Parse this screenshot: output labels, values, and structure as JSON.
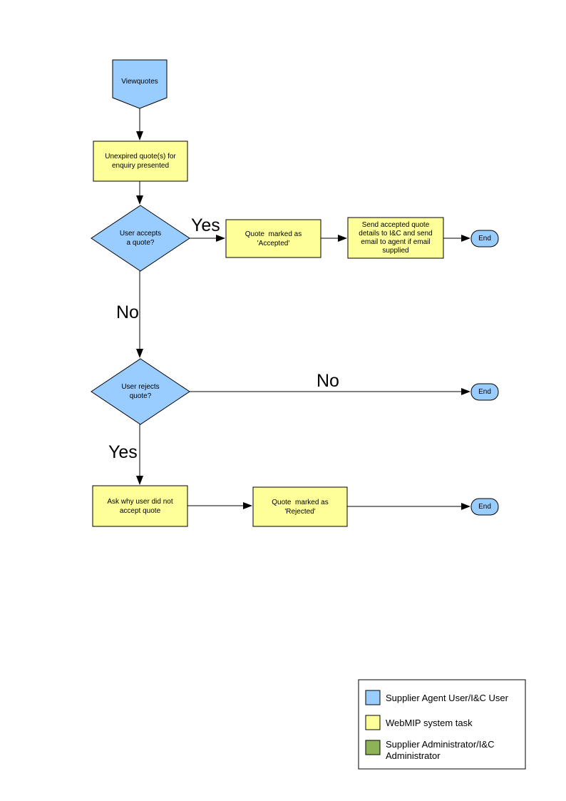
{
  "page": {
    "background": "#FFFFFF"
  },
  "colors": {
    "user_blue": "#99CCFF",
    "task_yellow": "#FFFF99",
    "admin_green": "#8DB357",
    "stroke": "#000000",
    "legend_bg": "#FFFFFF"
  },
  "nodes": {
    "start": "Viewquotes",
    "unexpired": "Unexpired quote(s) for\nenquiry presented",
    "accepts": "User accepts\na quote?",
    "accepted": "Quote  marked as\n'Accepted'",
    "send": "Send accepted quote\ndetails to I&C and send\nemail to agent if email\nsupplied",
    "rejects": "User rejects\nquote?",
    "askwhy": "Ask why user did not\naccept quote",
    "rejected": "Quote  marked as\n'Rejected'",
    "end1": "End",
    "end2": "End",
    "end3": "End"
  },
  "edge_labels": {
    "accepts_yes": "Yes",
    "accepts_no": "No",
    "rejects_no": "No",
    "rejects_yes": "Yes"
  },
  "legend": {
    "items": [
      {
        "label": "Supplier Agent User/I&C User",
        "color": "#99CCFF"
      },
      {
        "label": "WebMIP system task",
        "color": "#FFFF99"
      },
      {
        "label": "Supplier Administrator/I&C\nAdministrator",
        "color": "#8DB357"
      }
    ]
  }
}
